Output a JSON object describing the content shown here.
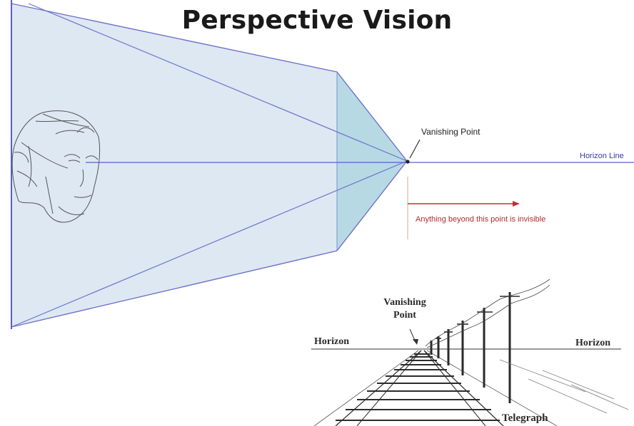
{
  "title": "Perspective Vision",
  "labels": {
    "vanishing_point": "Vanishing Point",
    "horizon_line": "Horizon Line",
    "invisible_note": "Anything beyond this point is invisible"
  },
  "railway_illustration": {
    "vanishing_point_line1": "Vanishing",
    "vanishing_point_line2": "Point",
    "horizon_left": "Horizon",
    "horizon_right": "Horizon",
    "telegraph": "Telegraph"
  },
  "colors": {
    "frustum_fill": "#dce8f4",
    "plane_fill": "#b8dbe6",
    "guide_line": "#6f72c8",
    "arrow_red": "#c03030"
  }
}
